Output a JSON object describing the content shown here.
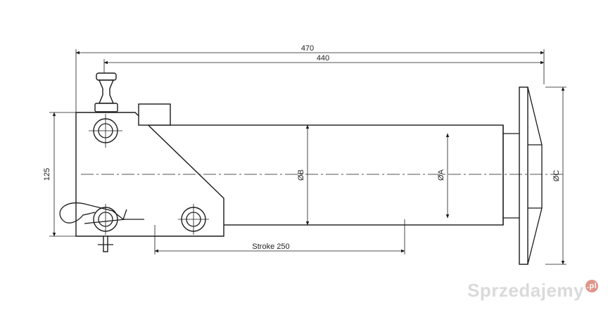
{
  "dimensions": {
    "overall_length": "470",
    "length_to_flange": "440",
    "height": "125",
    "diameter_b": "ØB",
    "diameter_a": "ØA",
    "diameter_c": "ØC",
    "stroke": "Stroke 250"
  },
  "watermark": {
    "text": "Sprzedajemy",
    "suffix": ".pl"
  }
}
